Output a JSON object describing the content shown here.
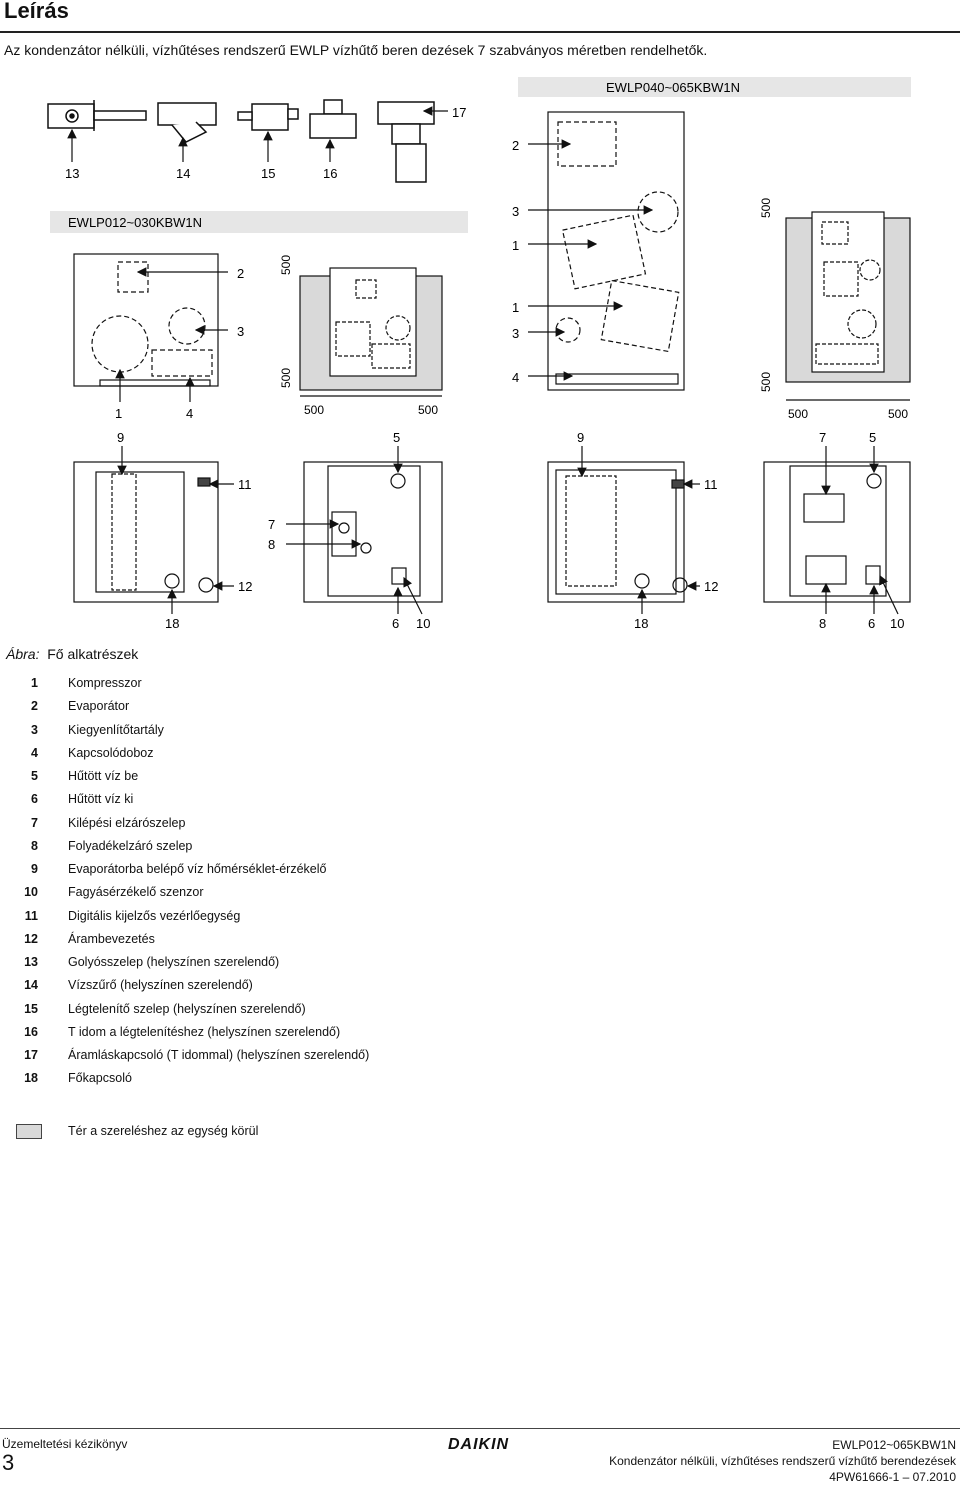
{
  "page": {
    "title": "Leírás",
    "intro": "Az kondenzátor nélküli, vízhűtéses rendszerű EWLP vízhűtő beren dezések 7 szabványos méretben rendelhetők."
  },
  "figure": {
    "model_small": "EWLP012~030KBW1N",
    "model_large": "EWLP040~065KBW1N",
    "accessory_callouts": [
      "13",
      "14",
      "15",
      "16",
      "17"
    ],
    "small_front_callouts": [
      "2",
      "3",
      "1",
      "4"
    ],
    "small_top_callouts": [
      "9",
      "11",
      "12",
      "18"
    ],
    "small_side_callouts": [
      "5",
      "7",
      "8",
      "6",
      "10"
    ],
    "large_front_callouts": [
      "2",
      "3",
      "1",
      "1",
      "3",
      "4"
    ],
    "large_top_callouts": [
      "9",
      "11",
      "12",
      "18"
    ],
    "large_side_callouts": [
      "7",
      "5",
      "8",
      "6",
      "10"
    ],
    "clearance": "500",
    "caption_prefix": "Ábra:",
    "caption_text": "Fő alkatrészek"
  },
  "legend": [
    {
      "num": "1",
      "text": "Kompresszor"
    },
    {
      "num": "2",
      "text": "Evaporátor"
    },
    {
      "num": "3",
      "text": "Kiegyenlítőtartály"
    },
    {
      "num": "4",
      "text": "Kapcsolódoboz"
    },
    {
      "num": "5",
      "text": "Hűtött víz be"
    },
    {
      "num": "6",
      "text": "Hűtött víz ki"
    },
    {
      "num": "7",
      "text": "Kilépési elzárószelep"
    },
    {
      "num": "8",
      "text": "Folyadékelzáró szelep"
    },
    {
      "num": "9",
      "text": "Evaporátorba belépő víz hőmérséklet-érzékelő"
    },
    {
      "num": "10",
      "text": "Fagyásérzékelő szenzor"
    },
    {
      "num": "11",
      "text": "Digitális kijelzős vezérlőegység"
    },
    {
      "num": "12",
      "text": "Árambevezetés"
    },
    {
      "num": "13",
      "text": "Golyósszelep (helyszínen szerelendő)"
    },
    {
      "num": "14",
      "text": "Vízszűrő (helyszínen szerelendő)"
    },
    {
      "num": "15",
      "text": "Légtelenítő szelep (helyszínen szerelendő)"
    },
    {
      "num": "16",
      "text": "T idom a légtelenítéshez (helyszínen szerelendő)"
    },
    {
      "num": "17",
      "text": "Áramláskapcsoló (T idommal) (helyszínen szerelendő)"
    },
    {
      "num": "18",
      "text": "Főkapcsoló"
    }
  ],
  "space_legend": "Tér a szereléshez az egység körül",
  "footer": {
    "manual": "Üzemeltetési kézikönyv",
    "page_number": "3",
    "brand": "DAIKIN",
    "model": "EWLP012~065KBW1N",
    "product": "Kondenzátor nélküli, vízhűtéses rendszerű vízhűtő berendezések",
    "doc_code": "4PW61666-1 – 07.2010"
  }
}
